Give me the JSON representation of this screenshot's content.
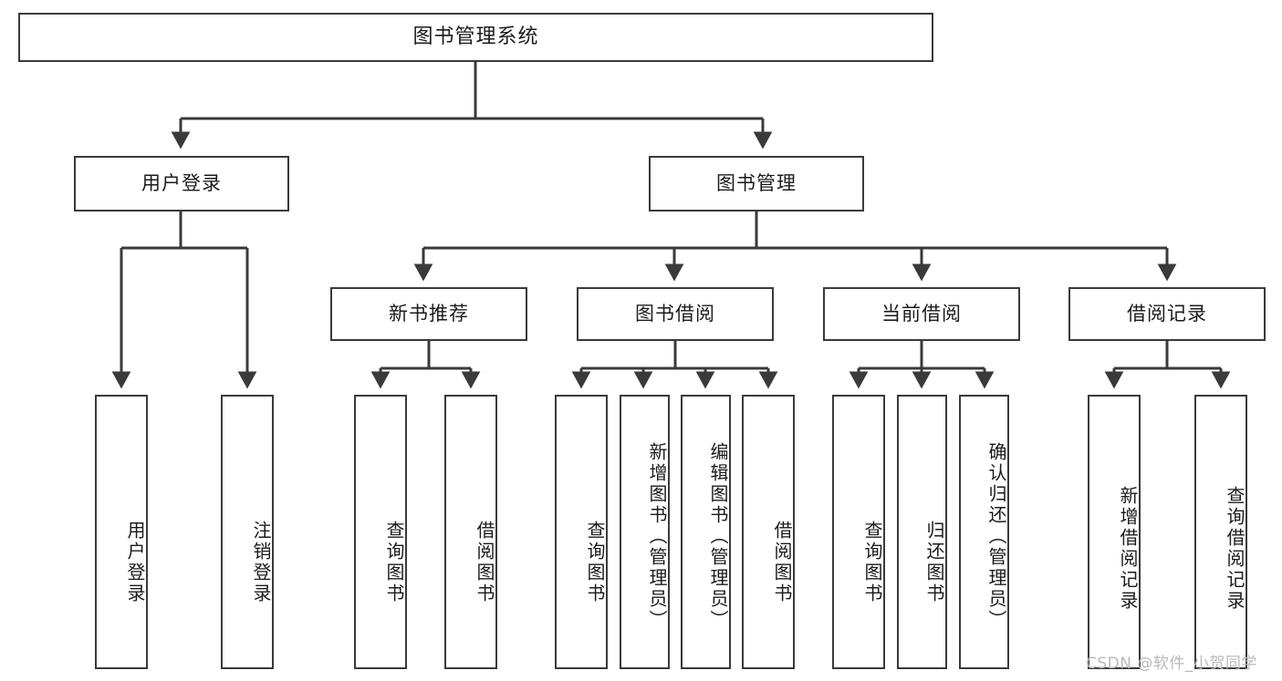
{
  "diagram": {
    "title": "图书管理系统",
    "type": "tree-structure-chart",
    "watermark": "CSDN @软件_小贺同学",
    "colors": {
      "stroke": "#3a3a3a",
      "fill": "#ffffff",
      "text": "#1b1b1b",
      "watermark": "#b9b9b9"
    },
    "root": {
      "label": "图书管理系统"
    },
    "level2": [
      {
        "label": "用户登录"
      },
      {
        "label": "图书管理"
      }
    ],
    "level3": [
      {
        "label": "新书推荐"
      },
      {
        "label": "图书借阅"
      },
      {
        "label": "当前借阅"
      },
      {
        "label": "借阅记录"
      }
    ],
    "leaves": {
      "user_login": [
        {
          "label": "用户登录"
        },
        {
          "label": "注销登录"
        }
      ],
      "new_book_recommend": [
        {
          "label": "查询图书"
        },
        {
          "label": "借阅图书"
        }
      ],
      "book_borrow": [
        {
          "label": "查询图书"
        },
        {
          "label": "新增图书（管理员）"
        },
        {
          "label": "编辑图书（管理员）"
        },
        {
          "label": "借阅图书"
        }
      ],
      "current_borrow": [
        {
          "label": "查询图书"
        },
        {
          "label": "归还图书"
        },
        {
          "label": "确认归还（管理员）"
        }
      ],
      "borrow_record": [
        {
          "label": "新增借阅记录"
        },
        {
          "label": "查询借阅记录"
        }
      ]
    }
  }
}
